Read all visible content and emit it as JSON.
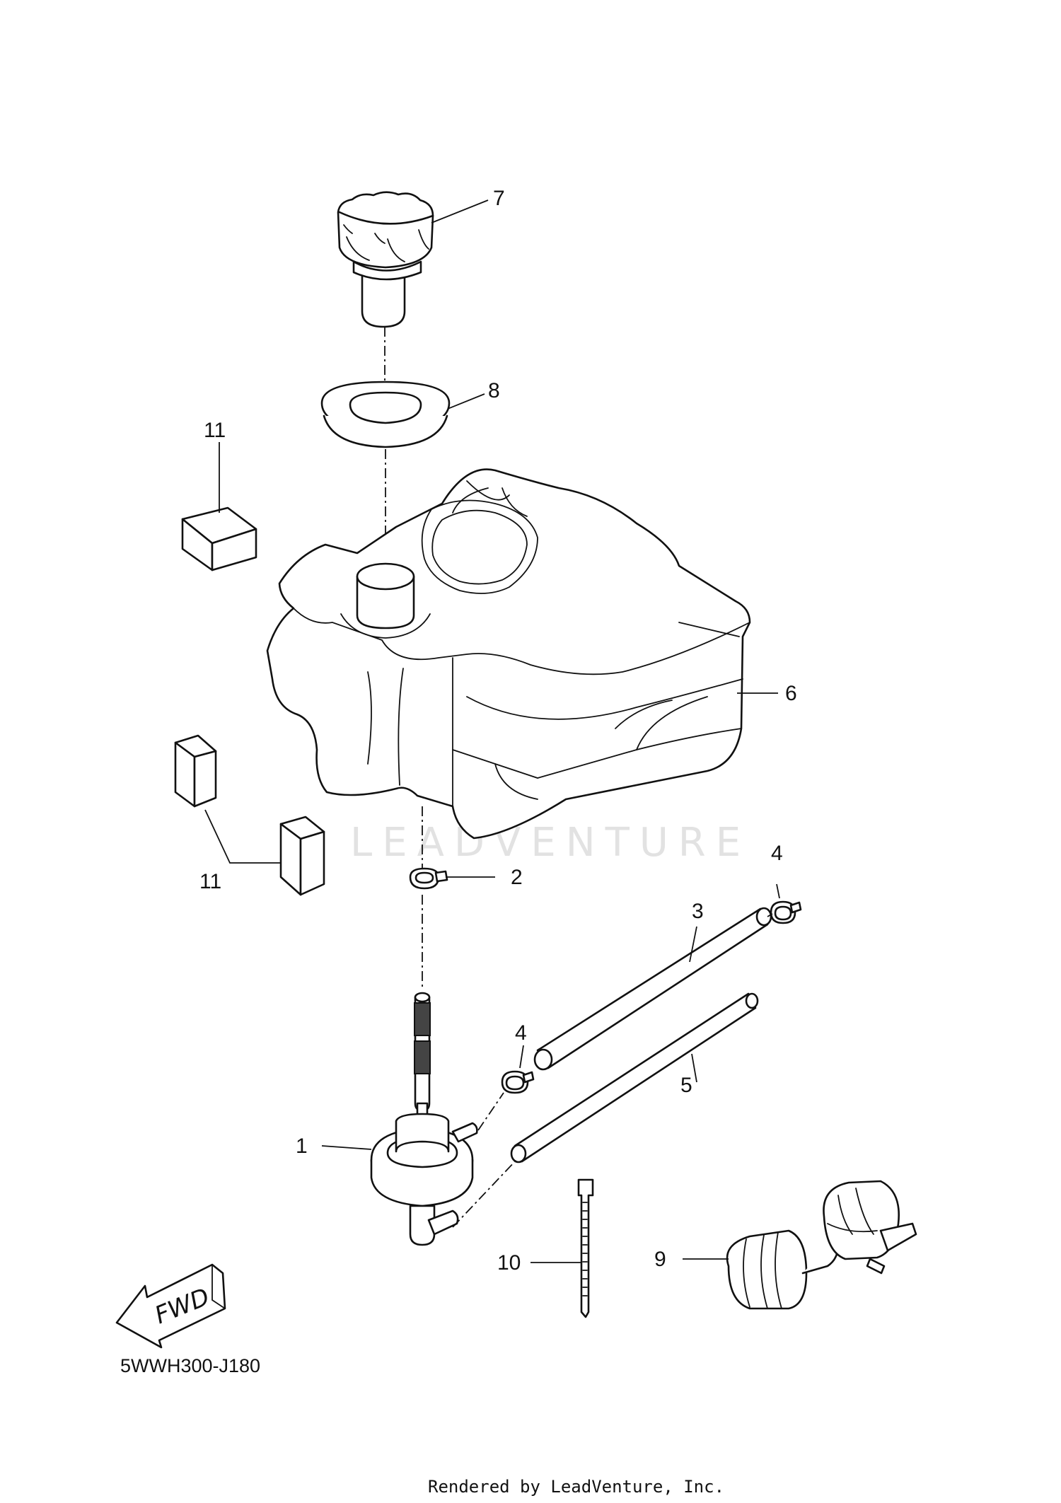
{
  "callouts": [
    {
      "id": "1",
      "label": "1"
    },
    {
      "id": "2",
      "label": "2"
    },
    {
      "id": "3",
      "label": "3"
    },
    {
      "id": "4a",
      "label": "4"
    },
    {
      "id": "4b",
      "label": "4"
    },
    {
      "id": "5",
      "label": "5"
    },
    {
      "id": "6",
      "label": "6"
    },
    {
      "id": "7",
      "label": "7"
    },
    {
      "id": "8",
      "label": "8"
    },
    {
      "id": "9",
      "label": "9"
    },
    {
      "id": "10",
      "label": "10"
    },
    {
      "id": "11a",
      "label": "11"
    },
    {
      "id": "11b",
      "label": "11"
    }
  ],
  "fwd_label": "FWD",
  "diagram_code": "5WWH300-J180",
  "watermark": "LEADVENTURE",
  "footer": "Rendered by LeadVenture, Inc."
}
